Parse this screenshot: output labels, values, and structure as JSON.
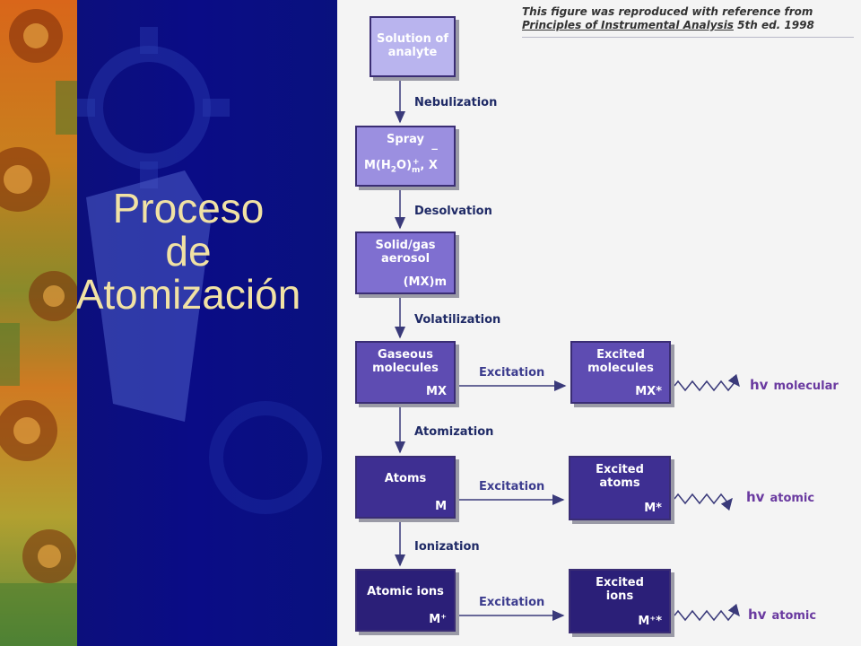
{
  "slide": {
    "title_lines": [
      "Proceso",
      "de",
      "Atomización"
    ]
  },
  "reference": {
    "line1": "This figure was reproduced with reference from",
    "line2_title": "Principles of Instrumental Analysis",
    "line2_rest": " 5th ed. 1998"
  },
  "steps": [
    {
      "box": "Solution of\nanalyte",
      "sym": "",
      "transition": "Nebulization"
    },
    {
      "box": "Spray",
      "sym": "",
      "transition": "Desolvation"
    },
    {
      "box": "Solid/gas\naerosol",
      "sym": "(MX)m",
      "transition": "Volatilization"
    },
    {
      "box": "Gaseous\nmolecules",
      "sym": "MX",
      "transition": "Atomization"
    },
    {
      "box": "Atoms",
      "sym": "M",
      "transition": "Ionization"
    },
    {
      "box": "Atomic ions",
      "sym": "M⁺",
      "transition": ""
    }
  ],
  "spray_formula": {
    "base": "M(H",
    "sub2": "2",
    "mid": "O)",
    "sup": "+",
    "sub_m": "m",
    "tail": ", X",
    "bar": "‾"
  },
  "excitations": [
    {
      "label": "Excitation",
      "box": "Excited\nmolecules",
      "sym": "MX*",
      "emission_hv": "hv",
      "emission_type": "molecular"
    },
    {
      "label": "Excitation",
      "box": "Excited\natoms",
      "sym": "M*",
      "emission_hv": "hv",
      "emission_type": "atomic"
    },
    {
      "label": "Excitation",
      "box": "Excited\nions",
      "sym": "M⁺*",
      "emission_hv": "hv",
      "emission_type": "atomic"
    }
  ],
  "colors": {
    "slide_bg": "#0a0f7a",
    "title": "#f1e2a4",
    "figure_bg": "#f4f4f4",
    "box_light": "#b9b4ee",
    "box_mid": "#7464c4",
    "box_dark": "#2b1f78",
    "arrow": "#3a3a7a",
    "gear_orange": "#e07a1c",
    "gear_green": "#6aa84f"
  }
}
